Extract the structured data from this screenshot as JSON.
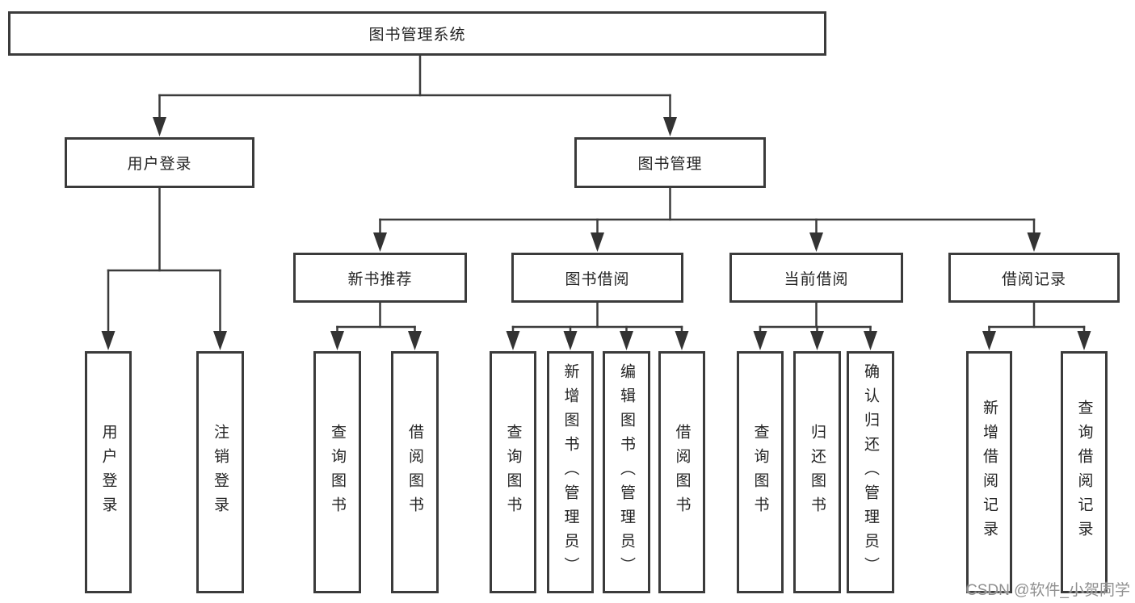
{
  "tree": {
    "root": {
      "label": "图书管理系统"
    },
    "level2": [
      {
        "label": "用户登录"
      },
      {
        "label": "图书管理"
      }
    ],
    "level3": [
      {
        "label": "新书推荐",
        "parent": "图书管理"
      },
      {
        "label": "图书借阅",
        "parent": "图书管理"
      },
      {
        "label": "当前借阅",
        "parent": "图书管理"
      },
      {
        "label": "借阅记录",
        "parent": "图书管理"
      }
    ],
    "leaves": [
      {
        "label": "用户登录",
        "parent": "用户登录"
      },
      {
        "label": "注销登录",
        "parent": "用户登录"
      },
      {
        "label": "查询图书",
        "parent": "新书推荐"
      },
      {
        "label": "借阅图书",
        "parent": "新书推荐"
      },
      {
        "label": "查询图书",
        "parent": "图书借阅"
      },
      {
        "label": "新增图书（管理员）",
        "parent": "图书借阅"
      },
      {
        "label": "编辑图书（管理员）",
        "parent": "图书借阅"
      },
      {
        "label": "借阅图书",
        "parent": "图书借阅"
      },
      {
        "label": "查询图书",
        "parent": "当前借阅"
      },
      {
        "label": "归还图书",
        "parent": "当前借阅"
      },
      {
        "label": "确认归还（管理员）",
        "parent": "当前借阅"
      },
      {
        "label": "新增借阅记录",
        "parent": "借阅记录"
      },
      {
        "label": "查询借阅记录",
        "parent": "借阅记录"
      }
    ]
  },
  "watermark": "CSDN @软件_小贺同学",
  "colors": {
    "line": "#3b3b3b",
    "text": "#242424",
    "watermark": "#909090",
    "background": "#ffffff"
  }
}
